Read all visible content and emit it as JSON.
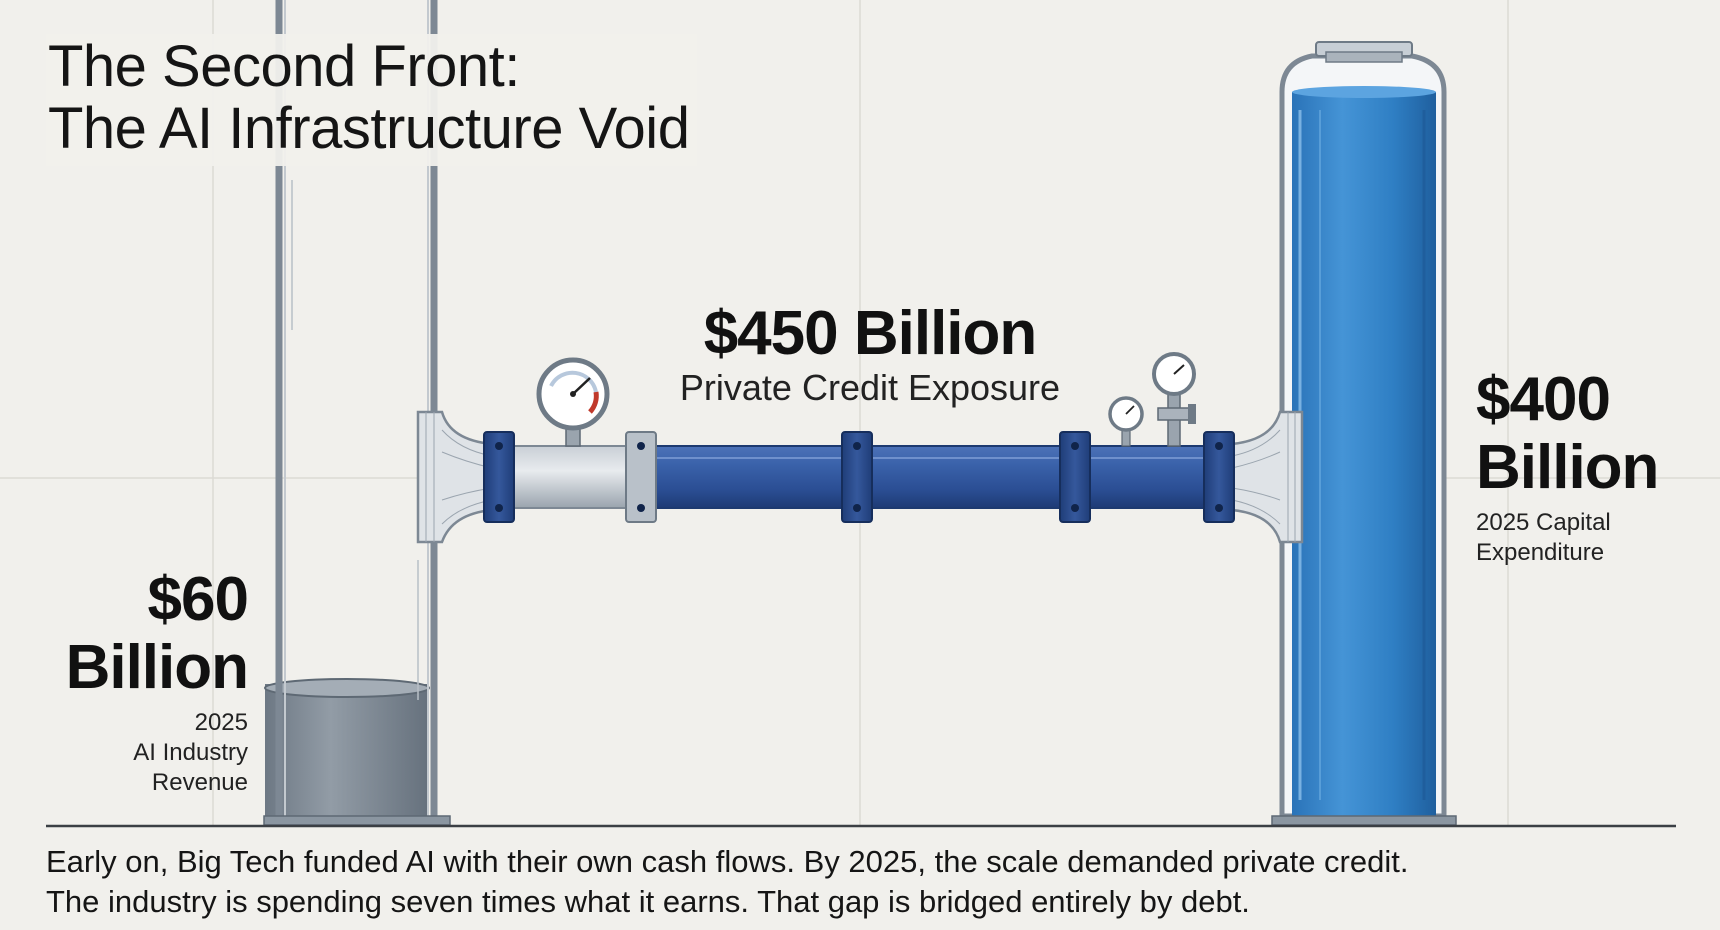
{
  "title": {
    "line1": "The Second Front:",
    "line2": "The AI Infrastructure Void"
  },
  "revenue_tank": {
    "amount": "$60",
    "unit": "Billion",
    "year": "2025",
    "line1": "AI Industry",
    "line2": "Revenue",
    "fill_fraction": 0.1
  },
  "capex_tank": {
    "amount": "$400",
    "unit": "Billion",
    "line1": "2025 Capital",
    "line2": "Expenditure",
    "fill_fraction": 0.96
  },
  "pipe": {
    "amount": "$450 Billion",
    "label": "Private Credit Exposure"
  },
  "caption": {
    "line1": "Early on, Big Tech funded AI with their own cash flows. By 2025, the scale demanded private credit.",
    "line2": "The industry is spending seven times what it earns. That gap is bridged entirely by debt."
  },
  "colors": {
    "background": "#f1f0ec",
    "water_blue": "#2f7fc4",
    "pipe_blue": "#2d4f96",
    "steel_gray": "#7f8b97",
    "grid": "#dcdad4"
  }
}
